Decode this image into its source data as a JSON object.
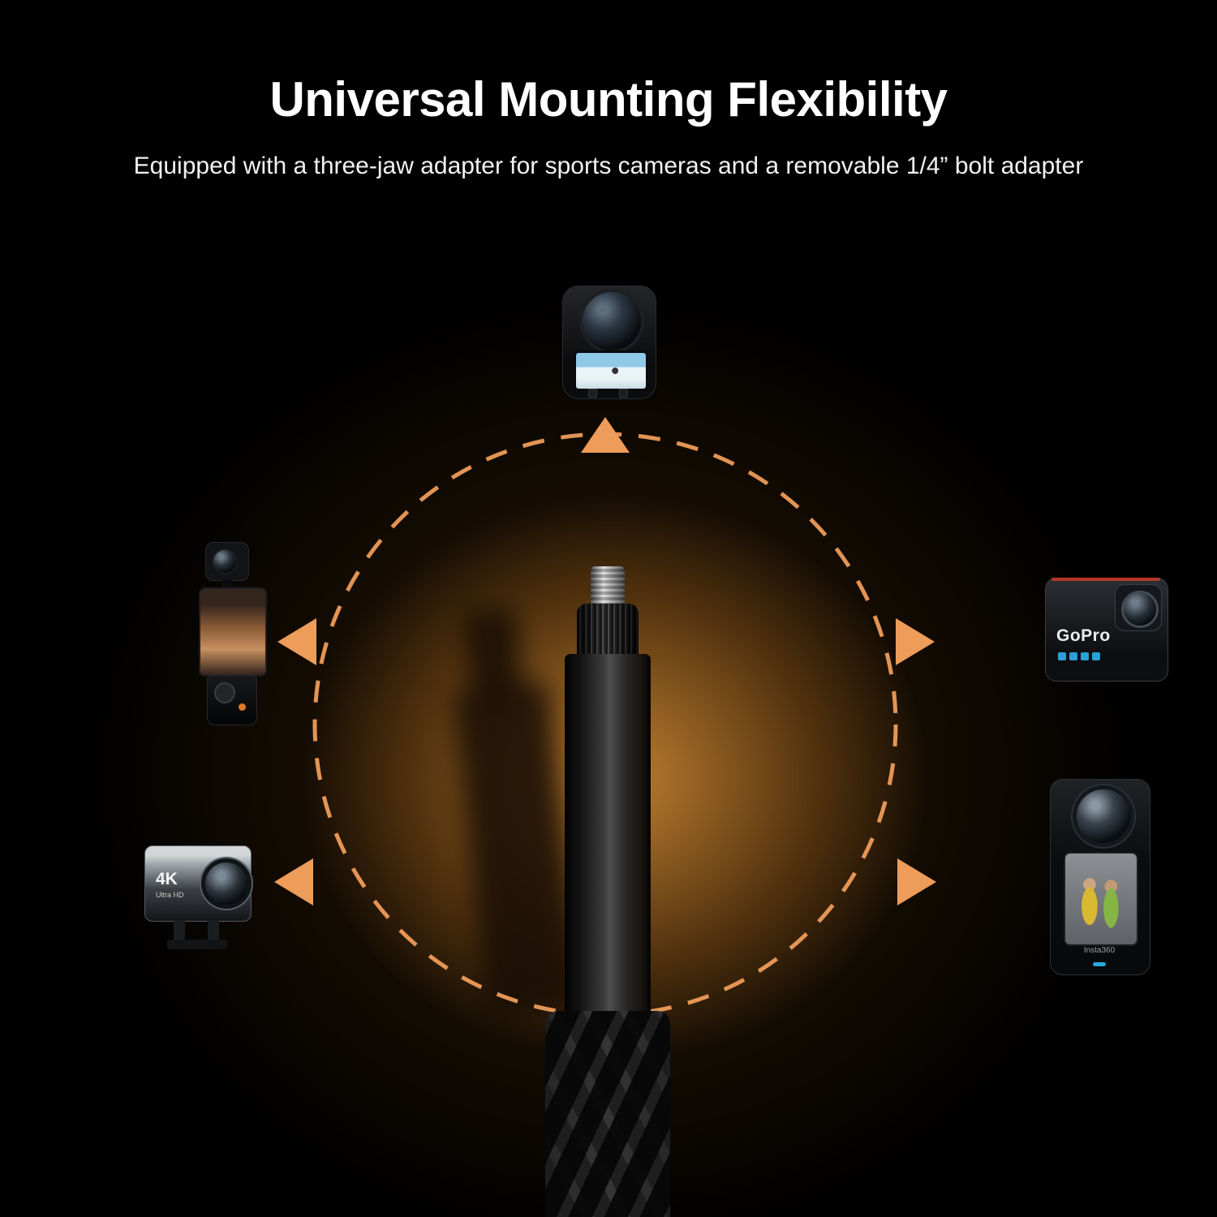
{
  "header": {
    "title": "Universal Mounting Flexibility",
    "subtitle": "Equipped with a three-jaw adapter for sports cameras and a removable 1/4” bolt adapter"
  },
  "colors": {
    "background": "#000000",
    "accent_orange": "#EE9C59",
    "glow_warm": "#A8731F",
    "title_text": "#FFFFFF",
    "subtitle_text": "#F2F2F2"
  },
  "diagram": {
    "center_item": "selfie-stick-pole-with-quarter-inch-screw",
    "circle_style": "dashed-orange-circle",
    "arrow_directions": [
      "up",
      "left-upper",
      "left-lower",
      "right-upper",
      "right-lower"
    ],
    "cameras": [
      {
        "name": "360-action-camera",
        "position": "top",
        "badge": ""
      },
      {
        "name": "pocket-gimbal-camera",
        "position": "left-upper",
        "badge": ""
      },
      {
        "name": "4k-action-camera",
        "position": "left-lower",
        "badge": "4K",
        "badge2": "Ultra HD"
      },
      {
        "name": "gopro-hero-camera",
        "position": "right-upper",
        "badge": "GoPro"
      },
      {
        "name": "insta360-x4-camera",
        "position": "right-lower",
        "badge": "Insta360"
      }
    ]
  }
}
